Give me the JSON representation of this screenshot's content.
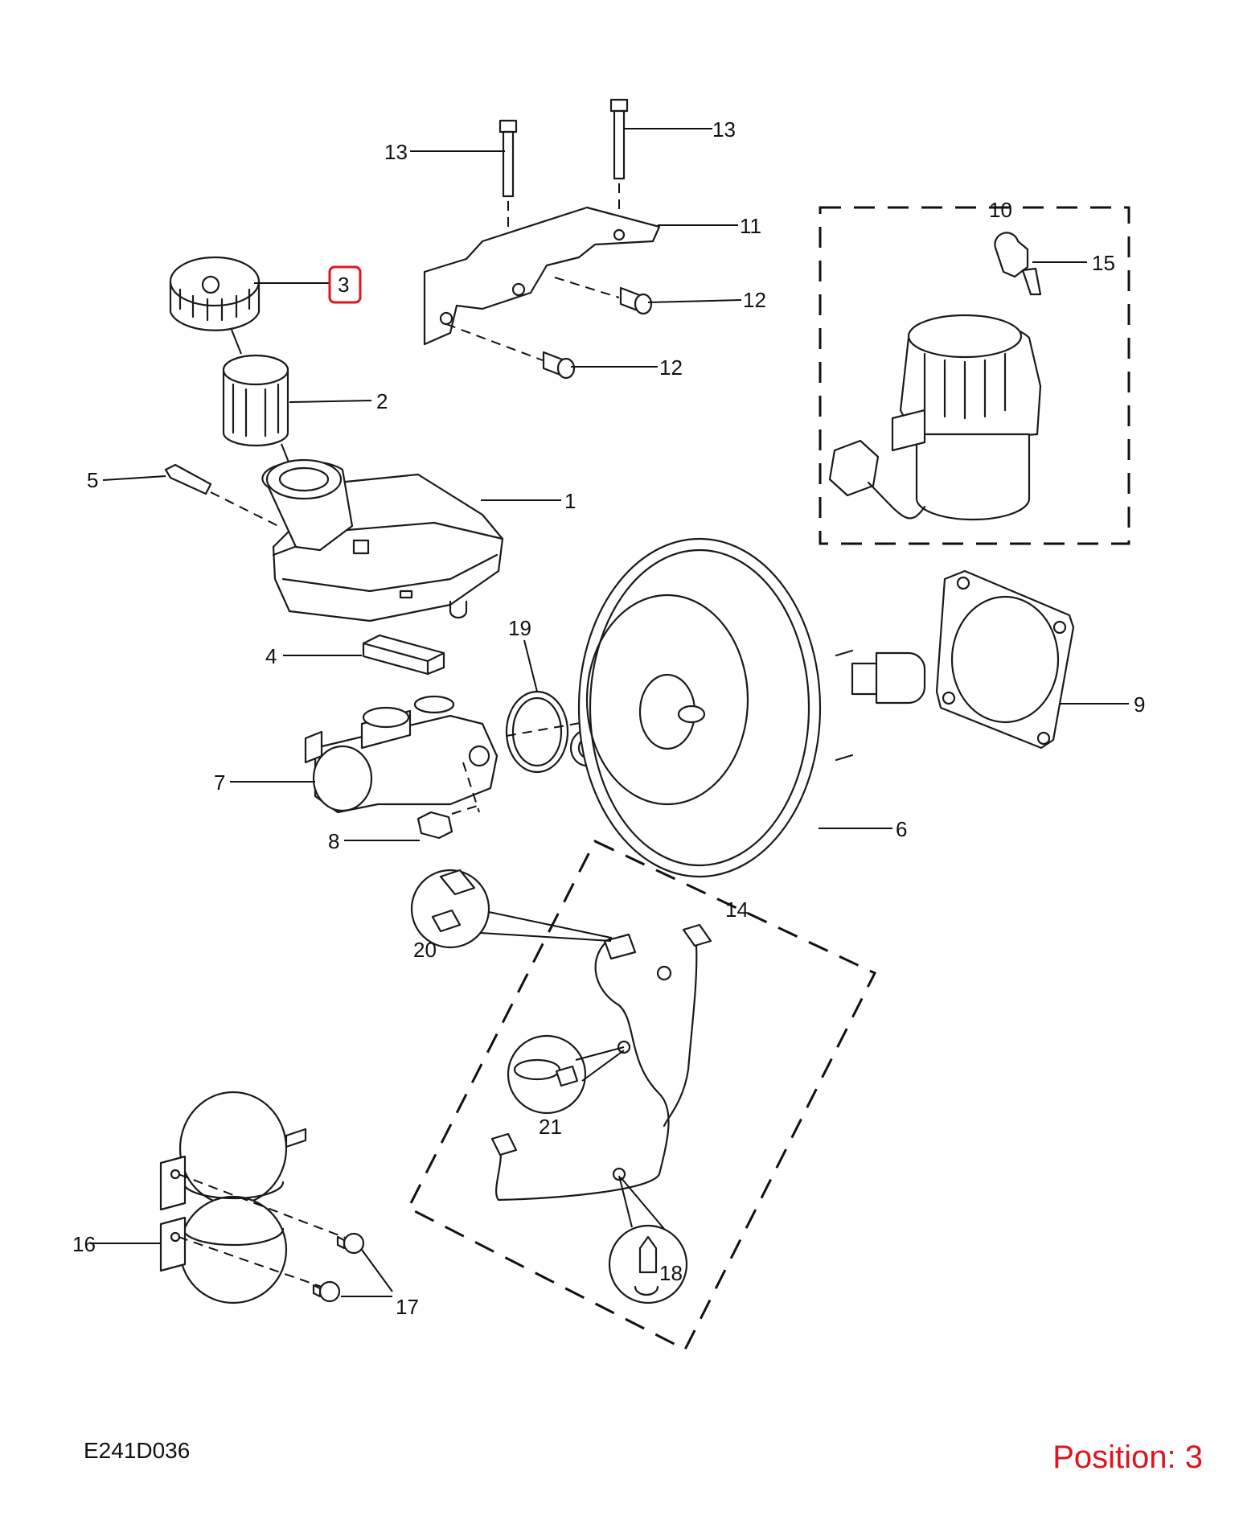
{
  "callouts": [
    {
      "id": "1",
      "text": "1"
    },
    {
      "id": "2",
      "text": "2"
    },
    {
      "id": "3",
      "text": "3",
      "highlighted": true
    },
    {
      "id": "4",
      "text": "4"
    },
    {
      "id": "5",
      "text": "5"
    },
    {
      "id": "6",
      "text": "6"
    },
    {
      "id": "7",
      "text": "7"
    },
    {
      "id": "8",
      "text": "8"
    },
    {
      "id": "9",
      "text": "9"
    },
    {
      "id": "10",
      "text": "10"
    },
    {
      "id": "11",
      "text": "11"
    },
    {
      "id": "12a",
      "text": "12"
    },
    {
      "id": "12b",
      "text": "12"
    },
    {
      "id": "13a",
      "text": "13"
    },
    {
      "id": "13b",
      "text": "13"
    },
    {
      "id": "14",
      "text": "14"
    },
    {
      "id": "15",
      "text": "15"
    },
    {
      "id": "16",
      "text": "16"
    },
    {
      "id": "17",
      "text": "17"
    },
    {
      "id": "18",
      "text": "18"
    },
    {
      "id": "19",
      "text": "19"
    },
    {
      "id": "20",
      "text": "20"
    },
    {
      "id": "21",
      "text": "21"
    }
  ],
  "diagram_code": "E241D036",
  "position_label": "Position: 3",
  "highlight_color": "#e0141e"
}
